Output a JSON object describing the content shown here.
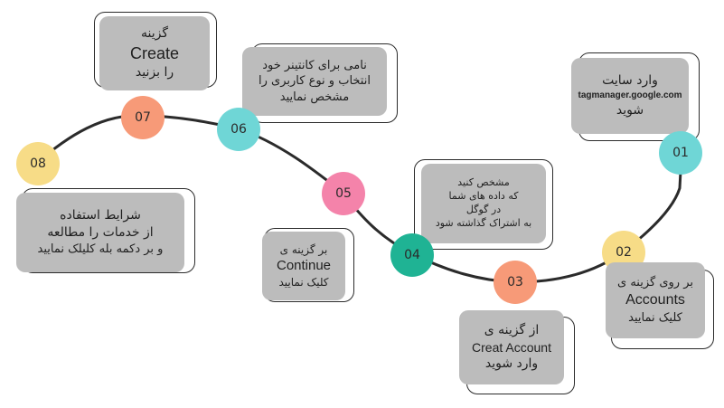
{
  "colors": {
    "path": "#2b2b2b",
    "card_fill": "#bcbcbc",
    "card_outline": "#2b2b2b"
  },
  "steps": [
    {
      "number": "01",
      "color": "#6fd6d6",
      "lines": [
        "وارد سایت",
        "tagmanager.google.com",
        "شوید"
      ]
    },
    {
      "number": "02",
      "color": "#f7dc87",
      "lines": [
        "بر روی گزینه ی",
        "Accounts",
        "کلیک نمایید"
      ]
    },
    {
      "number": "03",
      "color": "#f79a78",
      "lines": [
        "از گزینه ی",
        "Creat Account",
        "وارد شوید"
      ]
    },
    {
      "number": "04",
      "color": "#1fb394",
      "lines": [
        "مشخص کنید",
        "که داده های شما",
        "در گوگل",
        "به  اشتراک گذاشته شود"
      ]
    },
    {
      "number": "05",
      "color": "#f483aa",
      "lines": [
        "بر گزینه ی",
        "Continue",
        "کلیک نمایید"
      ]
    },
    {
      "number": "06",
      "color": "#6fd6d6",
      "lines": [
        "نامی برای کانتینر خود",
        "انتخاب  و نوع کاربری را",
        "مشخص نمایید"
      ]
    },
    {
      "number": "07",
      "color": "#f79a78",
      "lines": [
        "گزینه",
        "Create",
        "را بزنید"
      ]
    },
    {
      "number": "08",
      "color": "#f7dc87",
      "lines": [
        "شرایط استفاده",
        "از خدمات را مطالعه",
        "و بر دکمه بله کلیلک نمایید"
      ]
    }
  ]
}
